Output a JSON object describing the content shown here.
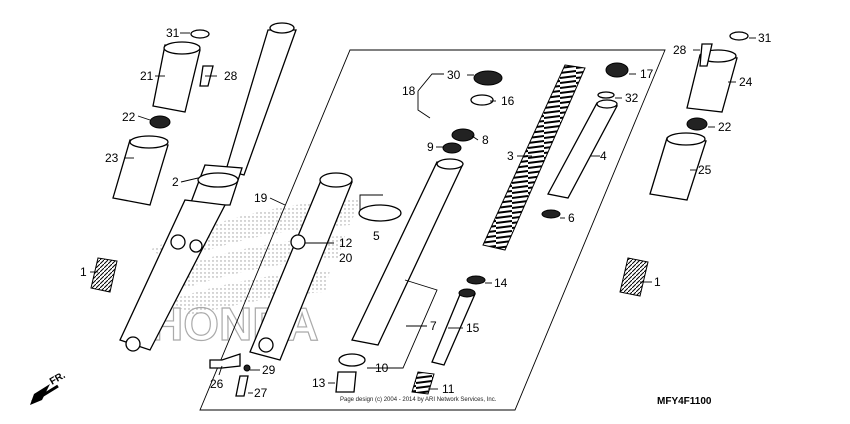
{
  "diagram": {
    "code": "MFY4F1100",
    "copyright": "Page design (c) 2004 - 2014 by ARI Network Services, Inc.",
    "watermark": "HONDA",
    "direction_label": "FR.",
    "callouts": [
      "31",
      "21",
      "28",
      "22",
      "23",
      "2",
      "1",
      "19",
      "12",
      "20",
      "5",
      "18",
      "30",
      "16",
      "8",
      "9",
      "3",
      "4",
      "17",
      "32",
      "6",
      "28",
      "31",
      "24",
      "22",
      "25",
      "1",
      "14",
      "7",
      "15",
      "10",
      "13",
      "11",
      "26",
      "29",
      "27"
    ]
  }
}
